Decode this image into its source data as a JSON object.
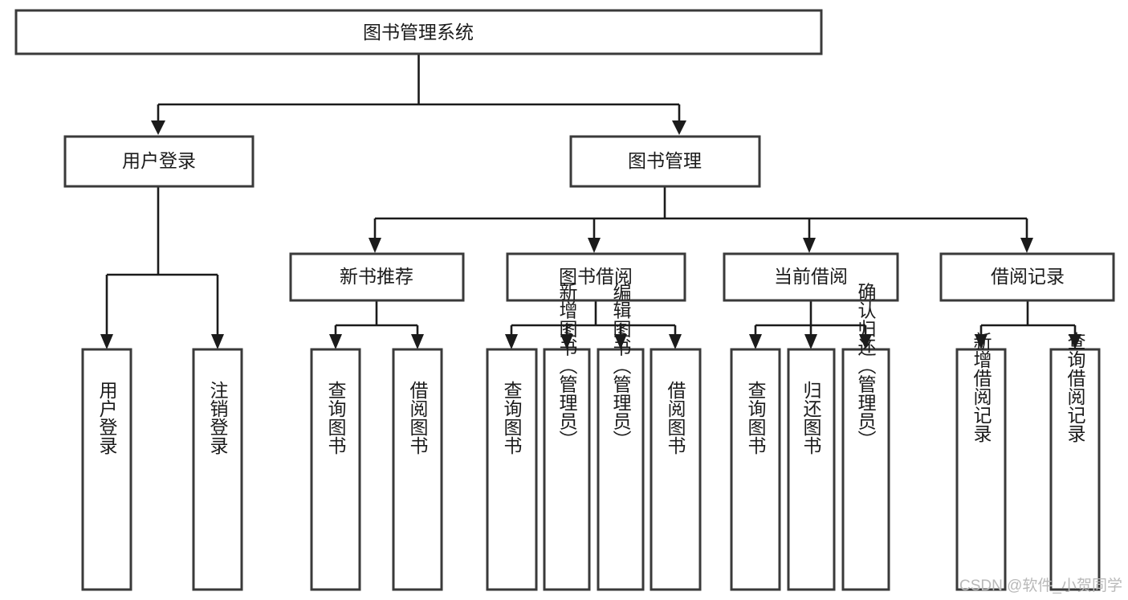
{
  "diagram": {
    "title": "图书管理系统",
    "type": "tree-hierarchy-functional-decomposition",
    "root": {
      "id": "root",
      "label": "图书管理系统"
    },
    "level2": [
      {
        "id": "user-login",
        "label": "用户登录"
      },
      {
        "id": "book-management",
        "label": "图书管理"
      }
    ],
    "level3": [
      {
        "id": "new-book-recommend",
        "label": "新书推荐"
      },
      {
        "id": "book-borrow",
        "label": "图书借阅"
      },
      {
        "id": "current-borrow",
        "label": "当前借阅"
      },
      {
        "id": "borrow-record",
        "label": "借阅记录"
      }
    ],
    "leaves": {
      "user_login": [
        {
          "id": "leaf-user-login",
          "label": "用户登录"
        },
        {
          "id": "leaf-user-logout",
          "label": "注销登录"
        }
      ],
      "new_book_recommend": [
        {
          "id": "leaf-query-book-1",
          "label": "查询图书"
        },
        {
          "id": "leaf-borrow-book-1",
          "label": "借阅图书"
        }
      ],
      "book_borrow": [
        {
          "id": "leaf-query-book-2",
          "label": "查询图书"
        },
        {
          "id": "leaf-add-book",
          "label": "新增图书（管理员）"
        },
        {
          "id": "leaf-edit-book",
          "label": "编辑图书（管理员）"
        },
        {
          "id": "leaf-borrow-book-2",
          "label": "借阅图书"
        }
      ],
      "current_borrow": [
        {
          "id": "leaf-query-book-3",
          "label": "查询图书"
        },
        {
          "id": "leaf-return-book",
          "label": "归还图书"
        },
        {
          "id": "leaf-confirm-return",
          "label": "确认归还（管理员）"
        }
      ],
      "borrow_record": [
        {
          "id": "leaf-add-record",
          "label": "新增借阅记录"
        },
        {
          "id": "leaf-query-record",
          "label": "查询借阅记录"
        }
      ]
    }
  },
  "watermark": {
    "text": "CSDN @软件_小贺同学"
  },
  "colors": {
    "box_stroke": "#3a3a3a",
    "box_fill": "#ffffff",
    "connector": "#1b1b1b",
    "text": "#1b1b1b",
    "watermark": "#b9b9b9",
    "background": "#ffffff"
  }
}
